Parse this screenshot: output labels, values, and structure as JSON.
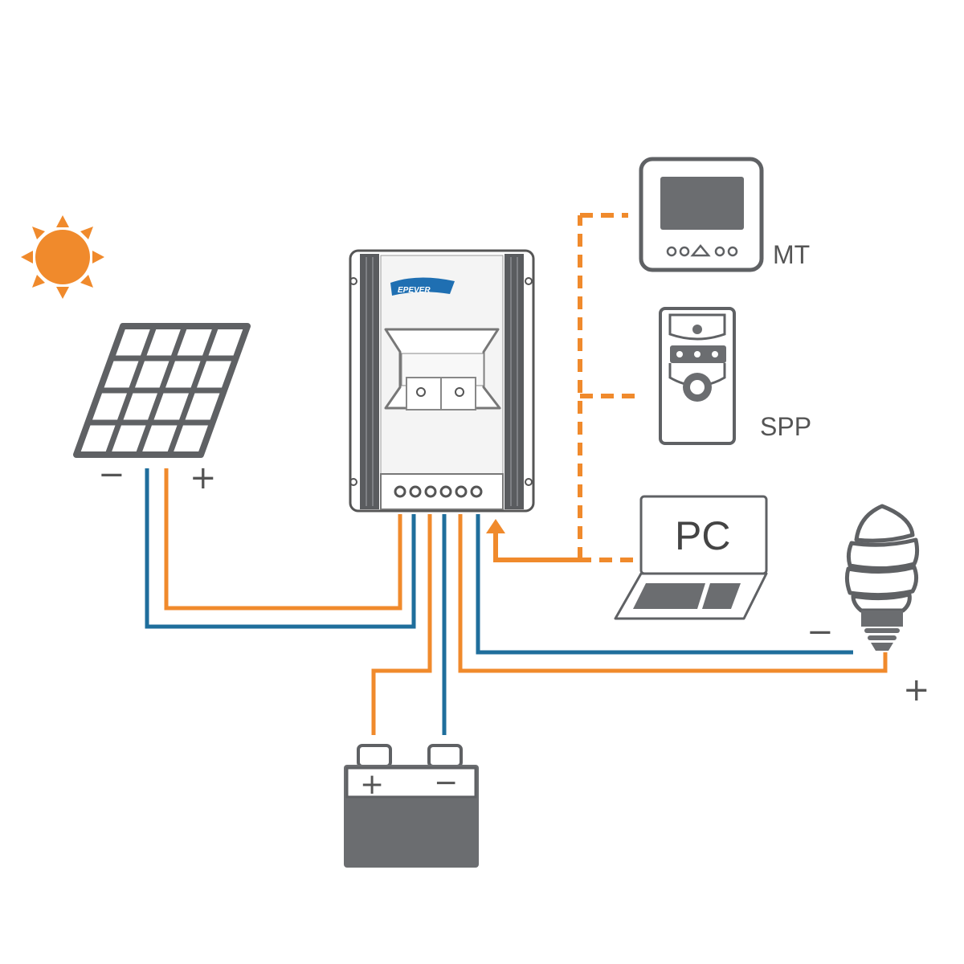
{
  "labels": {
    "mt": "MT",
    "spp": "SPP",
    "pc": "PC",
    "brand": "EPEVER"
  },
  "signs": {
    "panel_minus": "−",
    "panel_plus": "+",
    "battery_plus": "+",
    "battery_minus": "−",
    "load_minus": "−",
    "load_plus": "+"
  },
  "colors": {
    "positive_wire": "#F08A2C",
    "negative_wire": "#1F6E9C",
    "device_gray": "#6B6D70",
    "outline_gray": "#555555"
  },
  "icons": {
    "sun": "sun-icon",
    "solar_panel": "solar-panel-icon",
    "controller": "charge-controller-icon",
    "mt_meter": "remote-meter-icon",
    "spp": "spp-device-icon",
    "pc": "laptop-icon",
    "bulb": "light-bulb-icon",
    "battery": "battery-icon"
  }
}
